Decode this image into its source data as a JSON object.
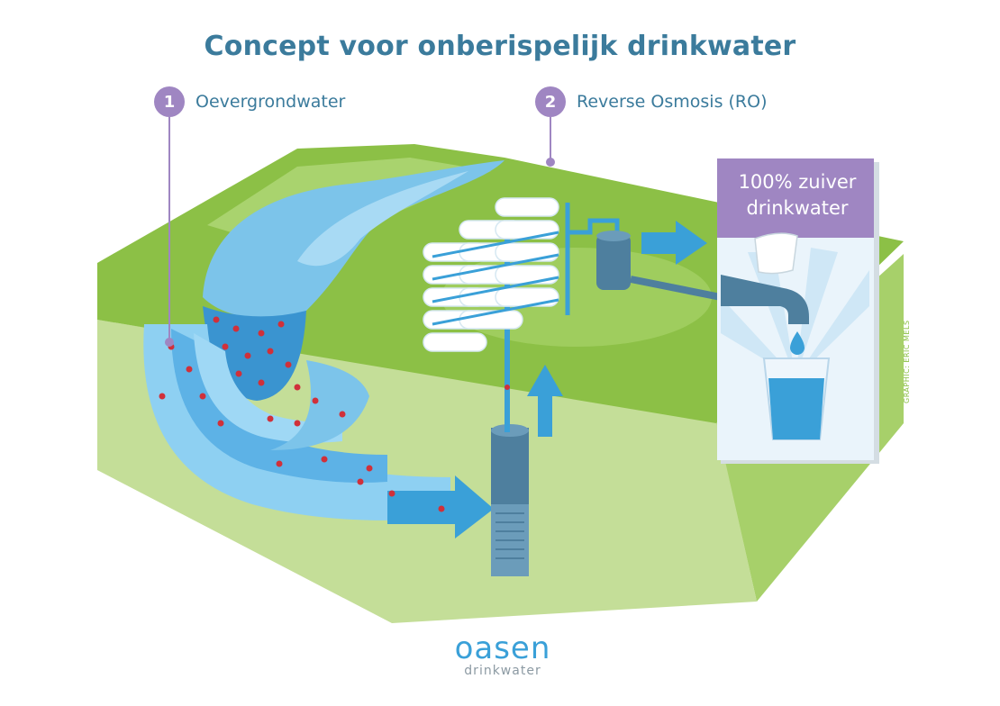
{
  "title": "Concept voor onberispelijk drinkwater",
  "steps": [
    {
      "number": "1",
      "label": "Oevergrondwater"
    },
    {
      "number": "2",
      "label": "Reverse Osmosis (RO)"
    }
  ],
  "panel": {
    "line1": "100% zuiver",
    "line2": "drinkwater"
  },
  "credit": "GRAPHIC: ERIC MELS",
  "logo": {
    "brand": "oasen",
    "subtitle": "drinkwater"
  },
  "colors": {
    "title": "#3b7b9c",
    "badge": "#9f86c2",
    "grass": "#8cc046",
    "soil": "#c2dd9a",
    "water": "#64b4e6",
    "contaminant": "#d0303a"
  }
}
